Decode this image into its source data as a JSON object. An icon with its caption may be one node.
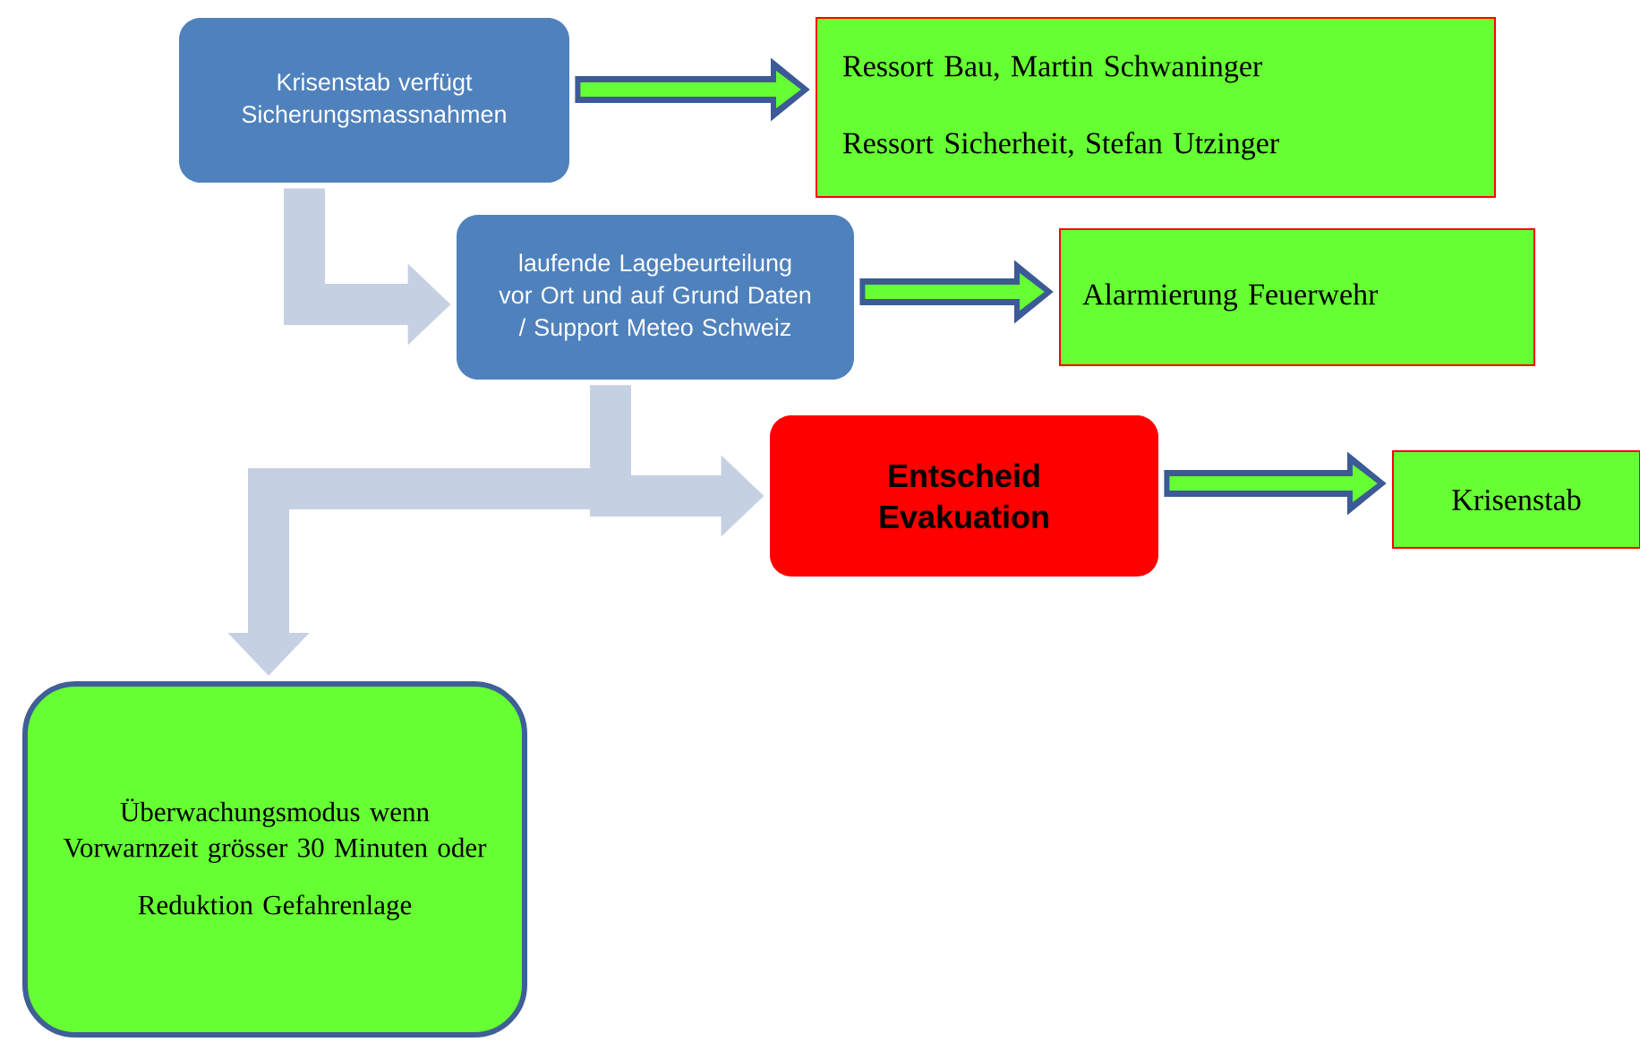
{
  "diagram": {
    "nodes": [
      {
        "text": [
          "Krisenstab verfügt Sicherungsmassnahmen"
        ]
      },
      {
        "text": [
          "Ressort Bau, Martin Schwaninger",
          "Ressort Sicherheit, Stefan Utzinger"
        ]
      },
      {
        "text": [
          "laufende Lagebeurteilung vor Ort und auf Grund Daten / Support Meteo Schweiz"
        ]
      },
      {
        "text": [
          "Alarmierung Feuerwehr"
        ]
      },
      {
        "text": [
          "Entscheid Evakuation"
        ]
      },
      {
        "text": [
          "Krisenstab"
        ]
      },
      {
        "text": [
          "Überwachungsmodus wenn Vorwarnzeit grösser 30 Minuten oder",
          "Reduktion Gefahrenlage"
        ]
      }
    ],
    "edges": [
      {
        "from": 0,
        "to": 1,
        "arrow": "to",
        "color": "#3c5a96"
      },
      {
        "from": 0,
        "to": 2,
        "arrow": "to",
        "color": "#c5d0e3"
      },
      {
        "from": 2,
        "to": 3,
        "arrow": "to",
        "color": "#3c5a96"
      },
      {
        "from": 2,
        "to": 4,
        "arrow": "to",
        "color": "#c5d0e3"
      },
      {
        "from": 2,
        "to": 6,
        "arrow": "to",
        "color": "#c5d0e3"
      },
      {
        "from": 4,
        "to": 5,
        "arrow": "to",
        "color": "#3c5a96"
      }
    ]
  }
}
